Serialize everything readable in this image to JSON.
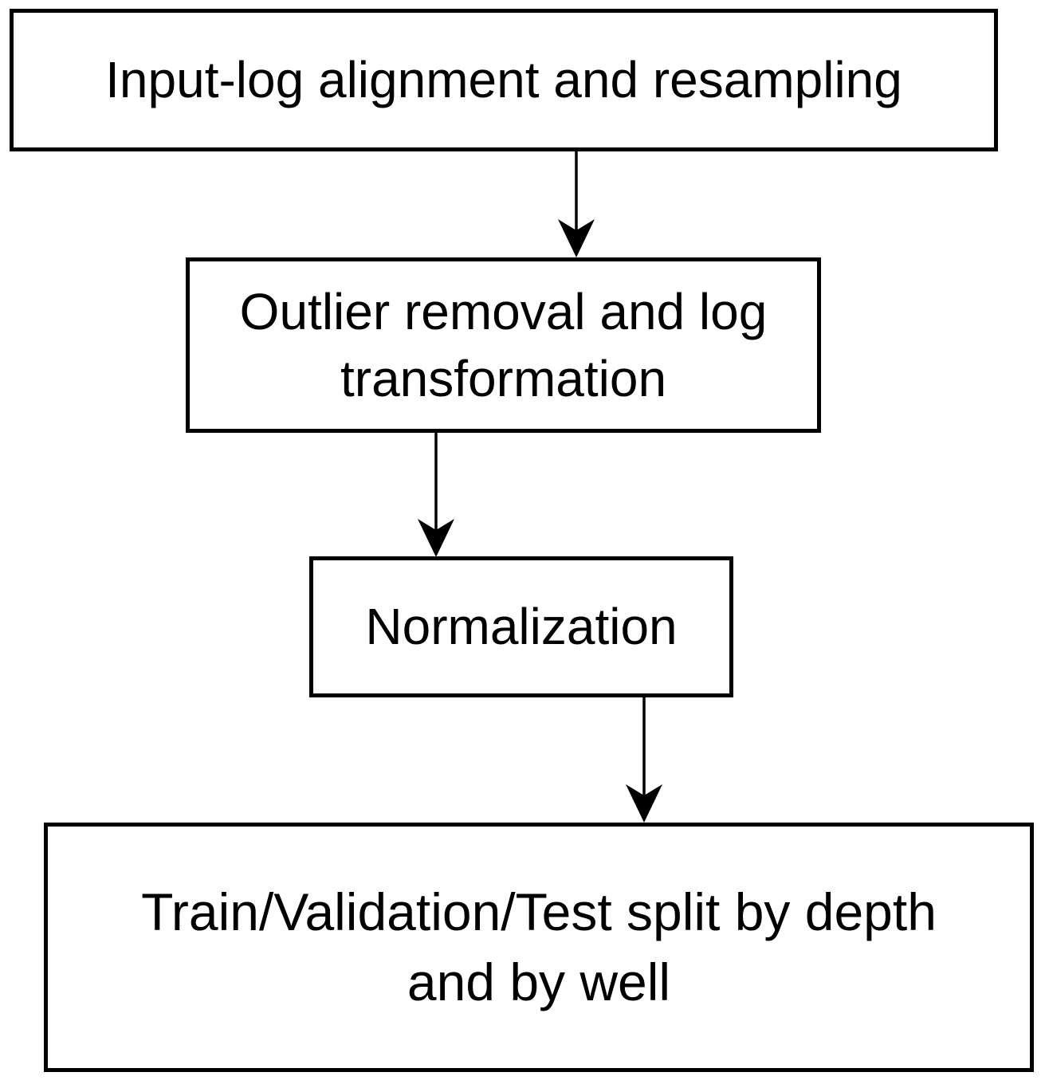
{
  "diagram": {
    "type": "flowchart",
    "background_color": "#ffffff",
    "box_border_color": "#000000",
    "text_color": "#000000",
    "nodes": [
      {
        "id": "input-log-alignment",
        "label": "Input-log alignment and resampling"
      },
      {
        "id": "outlier-removal",
        "label": "Outlier removal and log\ntransformation"
      },
      {
        "id": "normalization",
        "label": "Normalization"
      },
      {
        "id": "train-val-test-split",
        "label": "Train/Validation/Test split by depth\nand by well"
      }
    ],
    "edges": [
      {
        "from": "input-log-alignment",
        "to": "outlier-removal",
        "direction": "down",
        "style": "solid-arrow"
      },
      {
        "from": "outlier-removal",
        "to": "normalization",
        "direction": "down",
        "style": "solid-arrow"
      },
      {
        "from": "normalization",
        "to": "train-val-test-split",
        "direction": "down",
        "style": "solid-arrow"
      }
    ]
  }
}
